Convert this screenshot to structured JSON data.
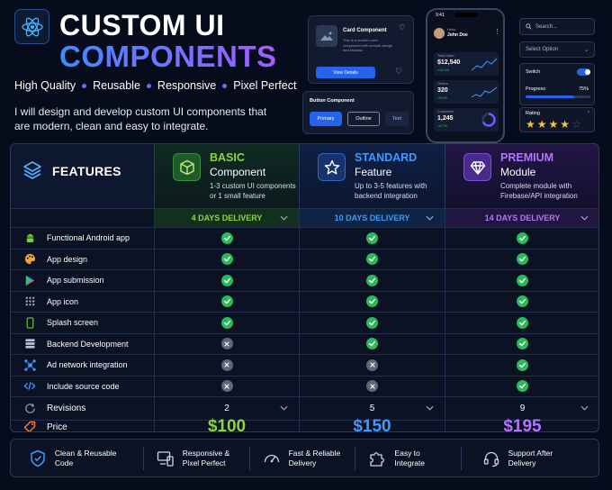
{
  "header": {
    "title_line1": "CUSTOM UI",
    "title_line2": "COMPONENTS",
    "tags": [
      "High Quality",
      "Reusable",
      "Responsive",
      "Pixel Perfect"
    ],
    "description": "I will design and develop custom UI components that are modern, clean and easy to integrate."
  },
  "preview": {
    "card": {
      "title": "Card Component",
      "text": "This is a modern card component with smooth design and shadow.",
      "button": "View Details"
    },
    "buttons": {
      "label": "Button Component",
      "primary": "Primary",
      "outline": "Outline",
      "text": "Text"
    },
    "phone": {
      "time": "9:41",
      "hello": "Hello,",
      "name": "John Doe",
      "stats": [
        {
          "label": "Total Sales",
          "value": "$12,540",
          "change": "+12.5%"
        },
        {
          "label": "Orders",
          "value": "320",
          "change": "+8.2%"
        },
        {
          "label": "Customers",
          "value": "1,245",
          "change": "+6.7%"
        }
      ]
    },
    "search_placeholder": "Search...",
    "select_label": "Select Option",
    "switch_label": "Switch",
    "switch_on": true,
    "progress_label": "Progress",
    "progress_percent": "75%",
    "progress_value": 0.75,
    "rating_label": "Rating",
    "rating_value": 3.5
  },
  "table": {
    "features_header": "FEATURES",
    "plans": [
      {
        "name": "BASIC",
        "sub": "Component",
        "desc": "1-3 custom UI components or 1 small feature",
        "delivery": "4 DAYS DELIVERY",
        "revisions": "2",
        "price": "$100",
        "color": "#8bd63f"
      },
      {
        "name": "STANDARD",
        "sub": "Feature",
        "desc": "Up to 3-5 features with backend integration",
        "delivery": "10 DAYS DELIVERY",
        "revisions": "5",
        "price": "$150",
        "color": "#3d9bff"
      },
      {
        "name": "PREMIUM",
        "sub": "Module",
        "desc": "Complete module with Firebase/API integration",
        "delivery": "14 DAYS DELIVERY",
        "revisions": "9",
        "price": "$195",
        "color": "#b574ff"
      }
    ],
    "features": [
      {
        "label": "Functional Android app",
        "icon": "android-icon",
        "included": [
          true,
          true,
          true
        ]
      },
      {
        "label": "App design",
        "icon": "palette-icon",
        "included": [
          true,
          true,
          true
        ]
      },
      {
        "label": "App submission",
        "icon": "play-store-icon",
        "included": [
          true,
          true,
          true
        ]
      },
      {
        "label": "App icon",
        "icon": "grid-icon",
        "included": [
          true,
          true,
          true
        ]
      },
      {
        "label": "Splash screen",
        "icon": "phone-icon",
        "included": [
          true,
          true,
          true
        ]
      },
      {
        "label": "Backend Development",
        "icon": "server-icon",
        "included": [
          false,
          true,
          true
        ]
      },
      {
        "label": "Ad network integration",
        "icon": "network-icon",
        "included": [
          false,
          false,
          true
        ]
      },
      {
        "label": "Include source code",
        "icon": "code-icon",
        "included": [
          false,
          false,
          true
        ]
      }
    ],
    "revisions_label": "Revisions",
    "price_label": "Price"
  },
  "footer": [
    {
      "label": "Clean & Reusable Code",
      "icon": "shield-icon"
    },
    {
      "label": "Responsive & Pixel Perfect",
      "icon": "devices-icon"
    },
    {
      "label": "Fast & Reliable Delivery",
      "icon": "speedometer-icon"
    },
    {
      "label": "Easy to Integrate",
      "icon": "puzzle-icon"
    },
    {
      "label": "Support After Delivery",
      "icon": "headset-icon"
    }
  ]
}
